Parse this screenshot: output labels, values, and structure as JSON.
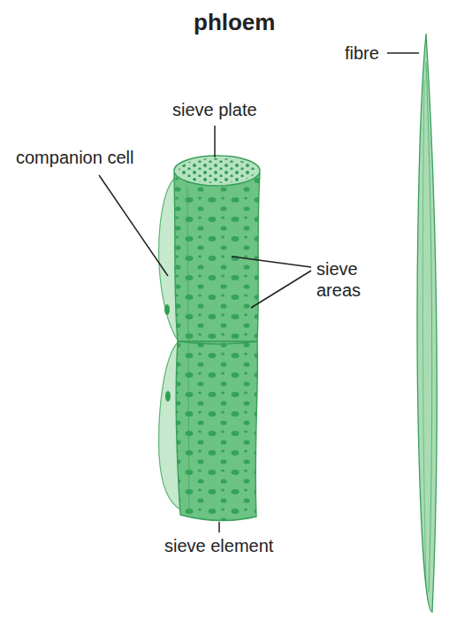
{
  "diagram": {
    "title": "phloem",
    "labels": [
      "fibre",
      "sieve plate",
      "companion cell",
      "sieve areas",
      "sieve element"
    ]
  }
}
